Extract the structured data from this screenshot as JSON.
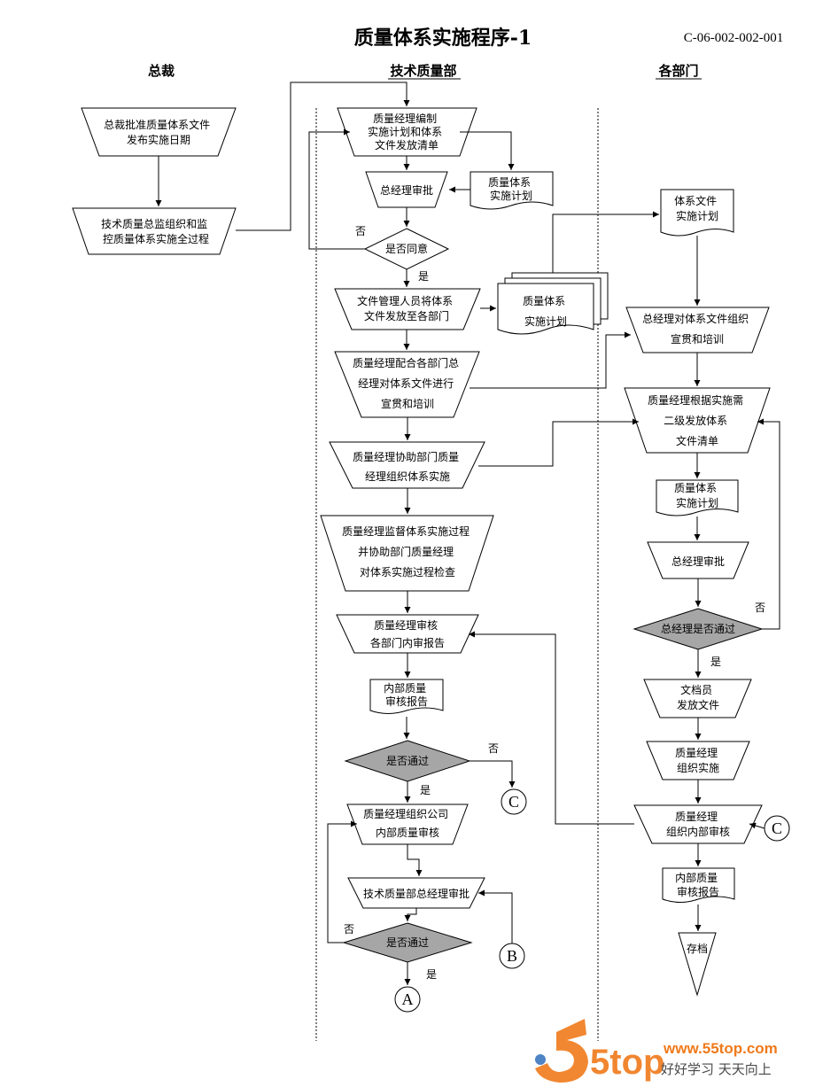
{
  "header": {
    "title": "质量体系实施程序-1",
    "code": "C-06-002-002-001"
  },
  "lanes": [
    "总裁",
    "技术质量部",
    "各部门"
  ],
  "nodes": {
    "n1": [
      "总裁批准质量体系文件",
      "发布实施日期"
    ],
    "n2": [
      "技术质量总监组织和监",
      "控质量体系实施全过程"
    ],
    "n3": [
      "质量经理编制",
      "实施计划和体系",
      "文件发放清单"
    ],
    "n4": [
      "质量体系",
      "实施计划"
    ],
    "n5": [
      "总经理审批"
    ],
    "n6": [
      "是否同意"
    ],
    "n7": [
      "文件管理人员将体系",
      "文件发放至各部门"
    ],
    "n8": [
      "质量体系",
      "实施计划"
    ],
    "n9": [
      "质量经理配合各部门总",
      "经理对体系文件进行",
      "宣贯和培训"
    ],
    "n10": [
      "质量经理协助部门质量",
      "经理组织体系实施"
    ],
    "n11": [
      "质量经理监督体系实施过程",
      "并协助部门质量经理",
      "对体系实施过程检查"
    ],
    "n12": [
      "质量经理审核",
      "各部门内审报告"
    ],
    "n13": [
      "内部质量",
      "审核报告"
    ],
    "n14": [
      "是否通过"
    ],
    "n15": [
      "质量经理组织公司",
      "内部质量审核"
    ],
    "n16": [
      "技术质量部总经理审批"
    ],
    "n17": [
      "是否通过"
    ],
    "d1": [
      "体系文件",
      "实施计划"
    ],
    "d2": [
      "总经理对体系文件组织",
      "宣贯和培训"
    ],
    "d3": [
      "质量经理根据实施需",
      "二级发放体系",
      "文件清单"
    ],
    "d4": [
      "质量体系",
      "实施计划"
    ],
    "d5": [
      "总经理审批"
    ],
    "d6": [
      "总经理是否通过"
    ],
    "d7": [
      "文档员",
      "发放文件"
    ],
    "d8": [
      "质量经理",
      "组织实施"
    ],
    "d9": [
      "质量经理",
      "组织内部审核"
    ],
    "d10": [
      "内部质量",
      "审核报告"
    ],
    "d11": [
      "存档"
    ]
  },
  "labels": {
    "yes": "是",
    "no": "否"
  },
  "connectors": {
    "a": "A",
    "b": "B",
    "c": "C"
  },
  "watermark": {
    "logo_text": "5top",
    "url": "www.55top.com",
    "slogan": "好好学习  天天向上"
  },
  "colors": {
    "decision_highlight": "#a6a6a6",
    "logo_orange": "#f07a1a",
    "logo_blue": "#2f6fb8"
  }
}
